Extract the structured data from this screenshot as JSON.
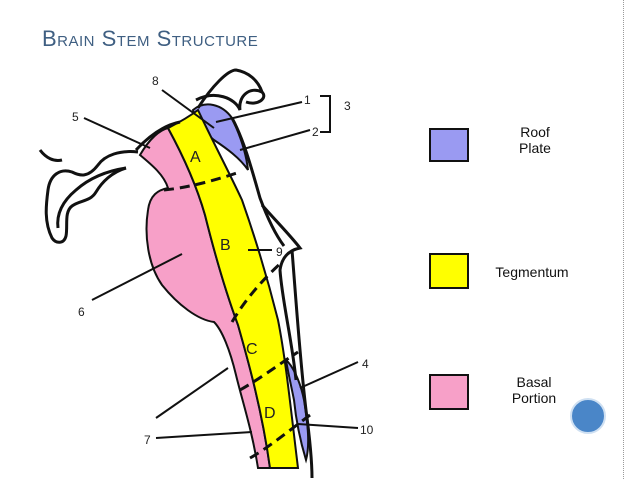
{
  "slide": {
    "title": "Brain Stem Structure"
  },
  "diagram": {
    "number_labels": [
      "1",
      "2",
      "3",
      "4",
      "5",
      "6",
      "7",
      "8",
      "9",
      "10"
    ],
    "region_labels": [
      "A",
      "B",
      "C",
      "D"
    ]
  },
  "legend": {
    "items": [
      {
        "label_line1": "Roof",
        "label_line2": "Plate",
        "color": "#9a9af2"
      },
      {
        "label_line1": "Tegmentum",
        "label_line2": "",
        "color": "#ffff00"
      },
      {
        "label_line1": "Basal",
        "label_line2": "Portion",
        "color": "#f7a0c8"
      }
    ]
  },
  "colors": {
    "title": "#3f5f82",
    "roof_plate": "#9a9af2",
    "tegmentum": "#ffff00",
    "basal_portion": "#f7a0c8",
    "nav_dot": "#4a86c8"
  },
  "icons": {
    "nav": "circle-button-icon"
  }
}
